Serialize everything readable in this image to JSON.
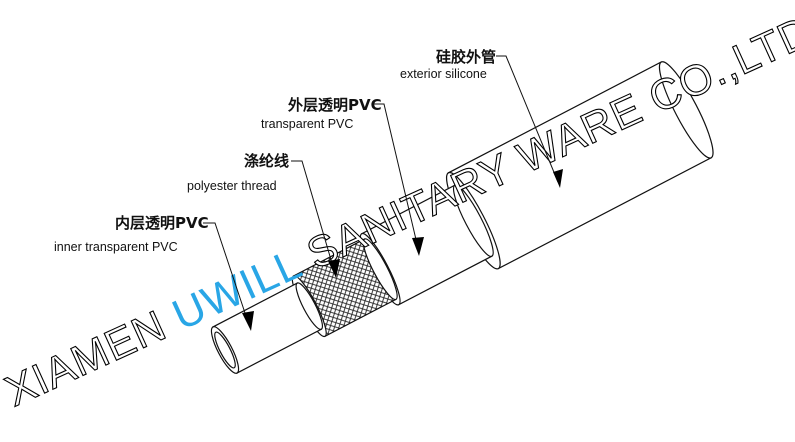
{
  "layers": [
    {
      "id": "exterior-silicone",
      "label_cn": "硅胶外管",
      "label_en": "exterior silicone"
    },
    {
      "id": "outer-transparent-pvc",
      "label_cn": "外层透明PVC",
      "label_en": "transparent PVC"
    },
    {
      "id": "polyester-thread",
      "label_cn": "涤纶线",
      "label_en": "polyester thread"
    },
    {
      "id": "inner-transparent-pvc",
      "label_cn": "内层透明PVC",
      "label_en": "inner transparent PVC"
    }
  ],
  "watermark": {
    "prefix": "XIAMEN ",
    "brand": "UWILL",
    "suffix": " SANITARY WARE CO.,LTD",
    "brand_color": "#29a6e6"
  }
}
